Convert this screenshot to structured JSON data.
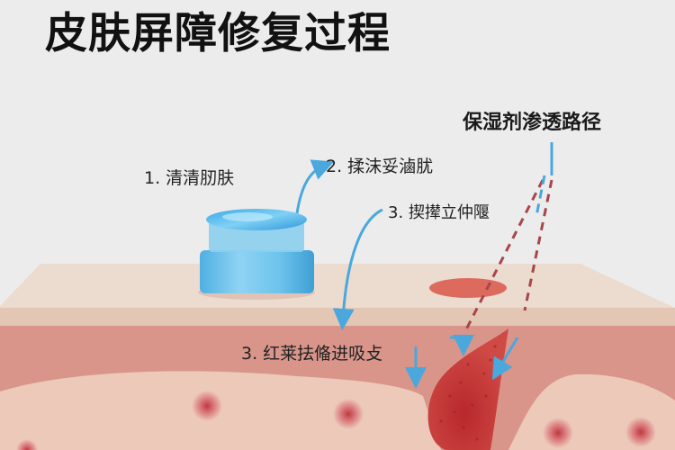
{
  "title": "皮肤屏障修复过程",
  "steps": [
    {
      "label": "1. 清清肕肤"
    },
    {
      "label": "2. 揉沫妥滷肬"
    },
    {
      "label": "3. 揳撵立仲隁"
    },
    {
      "label": "3. 红莱抾偹进吸攴"
    }
  ],
  "path_legend": {
    "label": "保湿剂渗透路径"
  },
  "colors": {
    "background": "#ececec",
    "skin_surface_top": "#ecdcd0",
    "skin_surface_edge": "#e3c6b4",
    "epidermis_band": "#d9958a",
    "dermis": "#ecc9b8",
    "blood_vessel": "#c94343",
    "arrow_blue": "#4aa8dc",
    "path_dash_red": "#a8454c",
    "jar_blue": "#5fbde8"
  }
}
